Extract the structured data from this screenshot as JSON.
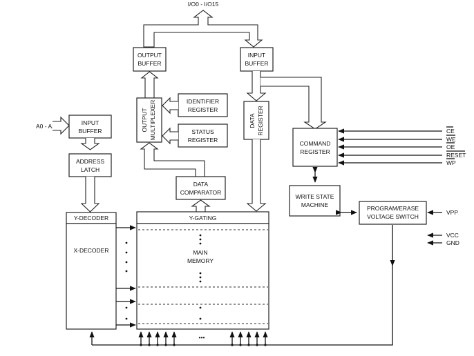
{
  "diagram": {
    "bus_label": "I/O0 - I/O15",
    "address_label": "A0 - A20",
    "blocks": {
      "output_buffer": [
        "OUTPUT",
        "BUFFER"
      ],
      "input_buffer_io": [
        "INPUT",
        "BUFFER"
      ],
      "output_multiplexer": [
        "OUTPUT",
        "MULTIPLEXER"
      ],
      "identifier_register": [
        "IDENTIFIER",
        "REGISTER"
      ],
      "status_register": [
        "STATUS",
        "REGISTER"
      ],
      "data_comparator": [
        "DATA",
        "COMPARATOR"
      ],
      "data_register": [
        "DATA",
        "REGISTER"
      ],
      "command_register": [
        "COMMAND",
        "REGISTER"
      ],
      "write_state_machine": [
        "WRITE STATE",
        "MACHINE"
      ],
      "program_erase_switch": [
        "PROGRAM/ERASE",
        "VOLTAGE SWITCH"
      ],
      "input_buffer_addr": [
        "INPUT",
        "BUFFER"
      ],
      "address_latch": [
        "ADDRESS",
        "LATCH"
      ],
      "y_decoder": "Y-DECODER",
      "x_decoder": "X-DECODER",
      "y_gating": "Y-GATING",
      "main_memory": [
        "MAIN",
        "MEMORY"
      ]
    },
    "control_signals": [
      {
        "name": "CE",
        "active_low": true
      },
      {
        "name": "WE",
        "active_low": true
      },
      {
        "name": "OE",
        "active_low": true
      },
      {
        "name": "RESET",
        "active_low": true
      },
      {
        "name": "WP",
        "active_low": true
      }
    ],
    "power_signals": [
      "VPP",
      "VCC",
      "GND"
    ],
    "ellipsis": "•••"
  }
}
